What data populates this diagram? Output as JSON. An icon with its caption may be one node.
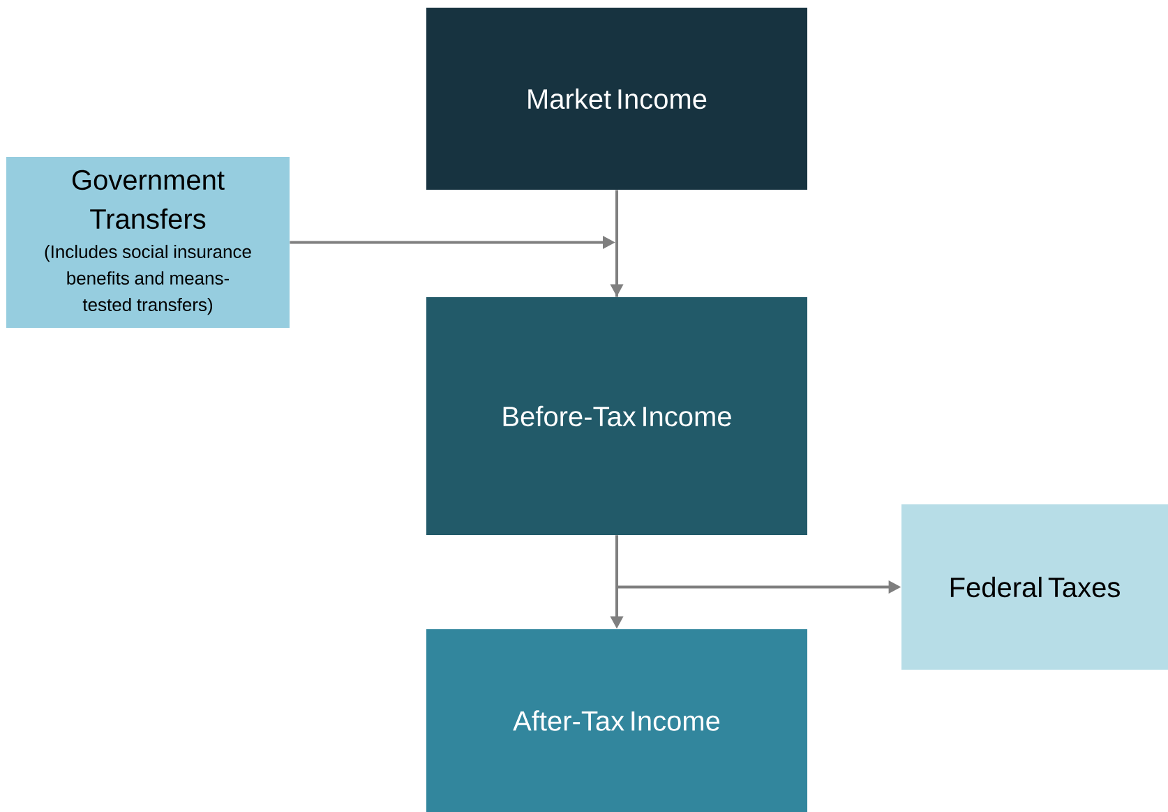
{
  "diagram": {
    "nodes": [
      {
        "text": [
          "Market Income"
        ]
      },
      {
        "text": [
          "Government Transfers",
          "(Includes social insurance benefits and means-tested transfers)"
        ]
      },
      {
        "text": [
          "Before-Tax Income"
        ]
      },
      {
        "text": [
          "Federal Taxes"
        ]
      },
      {
        "text": [
          "After-Tax Income"
        ]
      }
    ],
    "edges": [
      {
        "from": 0,
        "to": 2,
        "arrow": "to"
      },
      {
        "from": 1,
        "to": 2,
        "arrow": "to"
      },
      {
        "from": 2,
        "to": 4,
        "arrow": "to"
      },
      {
        "from": 2,
        "to": 3,
        "arrow": "to"
      }
    ]
  }
}
